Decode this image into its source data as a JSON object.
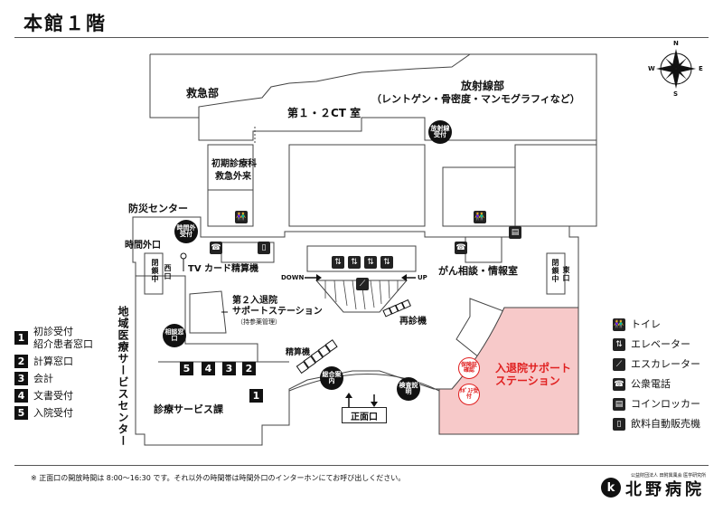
{
  "title": "本館１階",
  "rooms": {
    "emergency": "救急部",
    "radiology": "放射線部",
    "radiology_sub": "（レントゲン・骨密度・マンモグラフィなど）",
    "ct": "第１・２CT 室",
    "primary_care_1": "初期診療科",
    "primary_care_2": "救急外来",
    "disaster_center": "防災センター",
    "night_entrance": "時間外口",
    "tv_card": "TV カード精算機",
    "cancer_consult": "がん相談・情報室",
    "support2_1": "第２入退院",
    "support2_2": "サポートステーション",
    "support2_3": "（持参薬管理）",
    "reissue": "再診機",
    "regional_center": "地域医療サービスセンター",
    "settlement_machine": "精算機",
    "clinical_service": "診療サービス課",
    "front_entrance": "正面口",
    "admission_support_1": "入退院サポート",
    "admission_support_2": "ステーション",
    "west_closed": "閉鎖中",
    "west": "西口",
    "east_closed": "閉鎖中",
    "east": "東口",
    "down": "DOWN",
    "up": "UP"
  },
  "circles": {
    "radiology_reception": "放射線受付",
    "night_reception": "時間外受付",
    "consult_window": "相談窓口",
    "general_info": "総合案内",
    "exam_explain": "検査説明",
    "insurance_check": "保険証確認",
    "outpatient_reception": "ｻﾎﾟｽﾃ受付"
  },
  "counters": [
    "5",
    "4",
    "3",
    "2",
    "1"
  ],
  "legend_left": [
    {
      "num": "1",
      "text": "初診受付\n紹介患者窓口"
    },
    {
      "num": "2",
      "text": "計算窓口"
    },
    {
      "num": "3",
      "text": "会計"
    },
    {
      "num": "4",
      "text": "文書受付"
    },
    {
      "num": "5",
      "text": "入院受付"
    }
  ],
  "legend_right": [
    {
      "icon": "toilet-icon",
      "glyph": "👫",
      "text": "トイレ"
    },
    {
      "icon": "elevator-icon",
      "glyph": "⇅",
      "text": "エレベーター"
    },
    {
      "icon": "escalator-icon",
      "glyph": "⟋",
      "text": "エスカレーター"
    },
    {
      "icon": "phone-icon",
      "glyph": "☎",
      "text": "公衆電話"
    },
    {
      "icon": "locker-icon",
      "glyph": "▤",
      "text": "コインロッカー"
    },
    {
      "icon": "vending-icon",
      "glyph": "▯",
      "text": "飲料自動販売機"
    }
  ],
  "compass": {
    "n": "N",
    "s": "S",
    "e": "E",
    "w": "W"
  },
  "footer_note": "※ 正面口の開放時間は 8:00〜16:30 です。それ以外の時間帯は時間外口のインターホンにてお呼び出しください。",
  "org": "公益財団法人 田附興風会 医学研究所",
  "hospital": "北野病院",
  "logo_glyph": "k",
  "colors": {
    "admission_area": "#f7c9c9",
    "accent_red": "#e02020"
  }
}
